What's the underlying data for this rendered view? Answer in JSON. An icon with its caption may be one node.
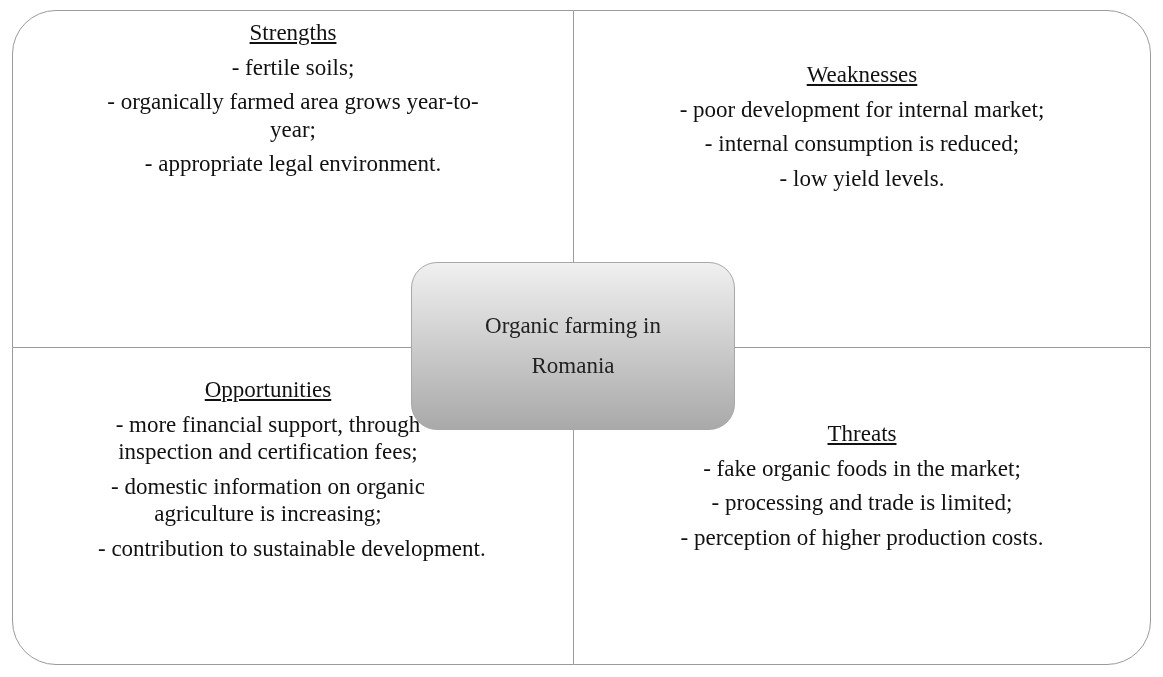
{
  "diagram": {
    "nodes": [
      {
        "text": [
          "Strengths",
          "- fertile soils;",
          "- organically farmed area grows year-to-year;",
          "- appropriate legal environment."
        ]
      },
      {
        "text": [
          "Weaknesses",
          "- poor development for internal market;",
          "- internal consumption is reduced;",
          "- low yield levels."
        ]
      },
      {
        "text": [
          "Opportunities",
          "- more financial support, through inspection and certification fees;",
          "- domestic information on organic agriculture is increasing;",
          "- contribution to sustainable development."
        ]
      },
      {
        "text": [
          "Threats",
          "- fake organic foods in the market;",
          "- processing and trade is limited;",
          "- perception of higher production costs."
        ]
      },
      {
        "text": [
          "Organic farming in Romania"
        ]
      }
    ]
  }
}
